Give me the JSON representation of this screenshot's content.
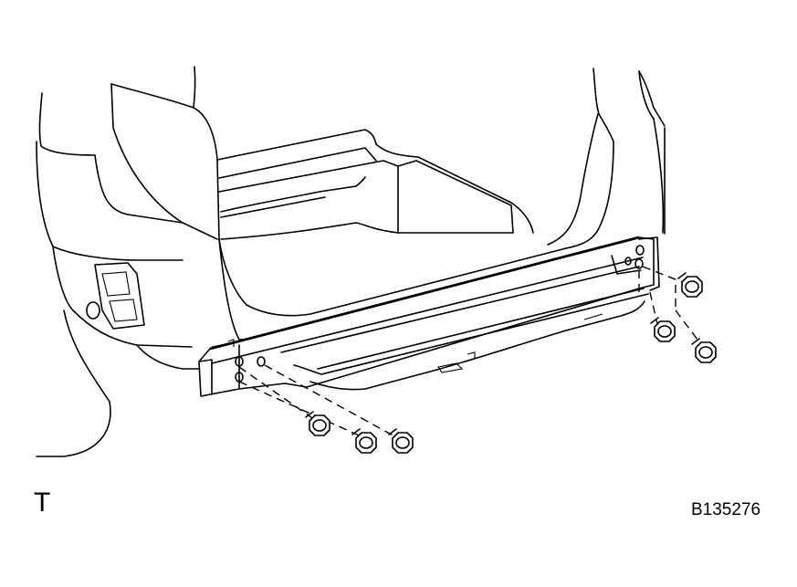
{
  "figure": {
    "view_code": "T",
    "figure_id": "B135276"
  },
  "parts": {
    "left_bolts": 3,
    "right_bolts": 3
  }
}
